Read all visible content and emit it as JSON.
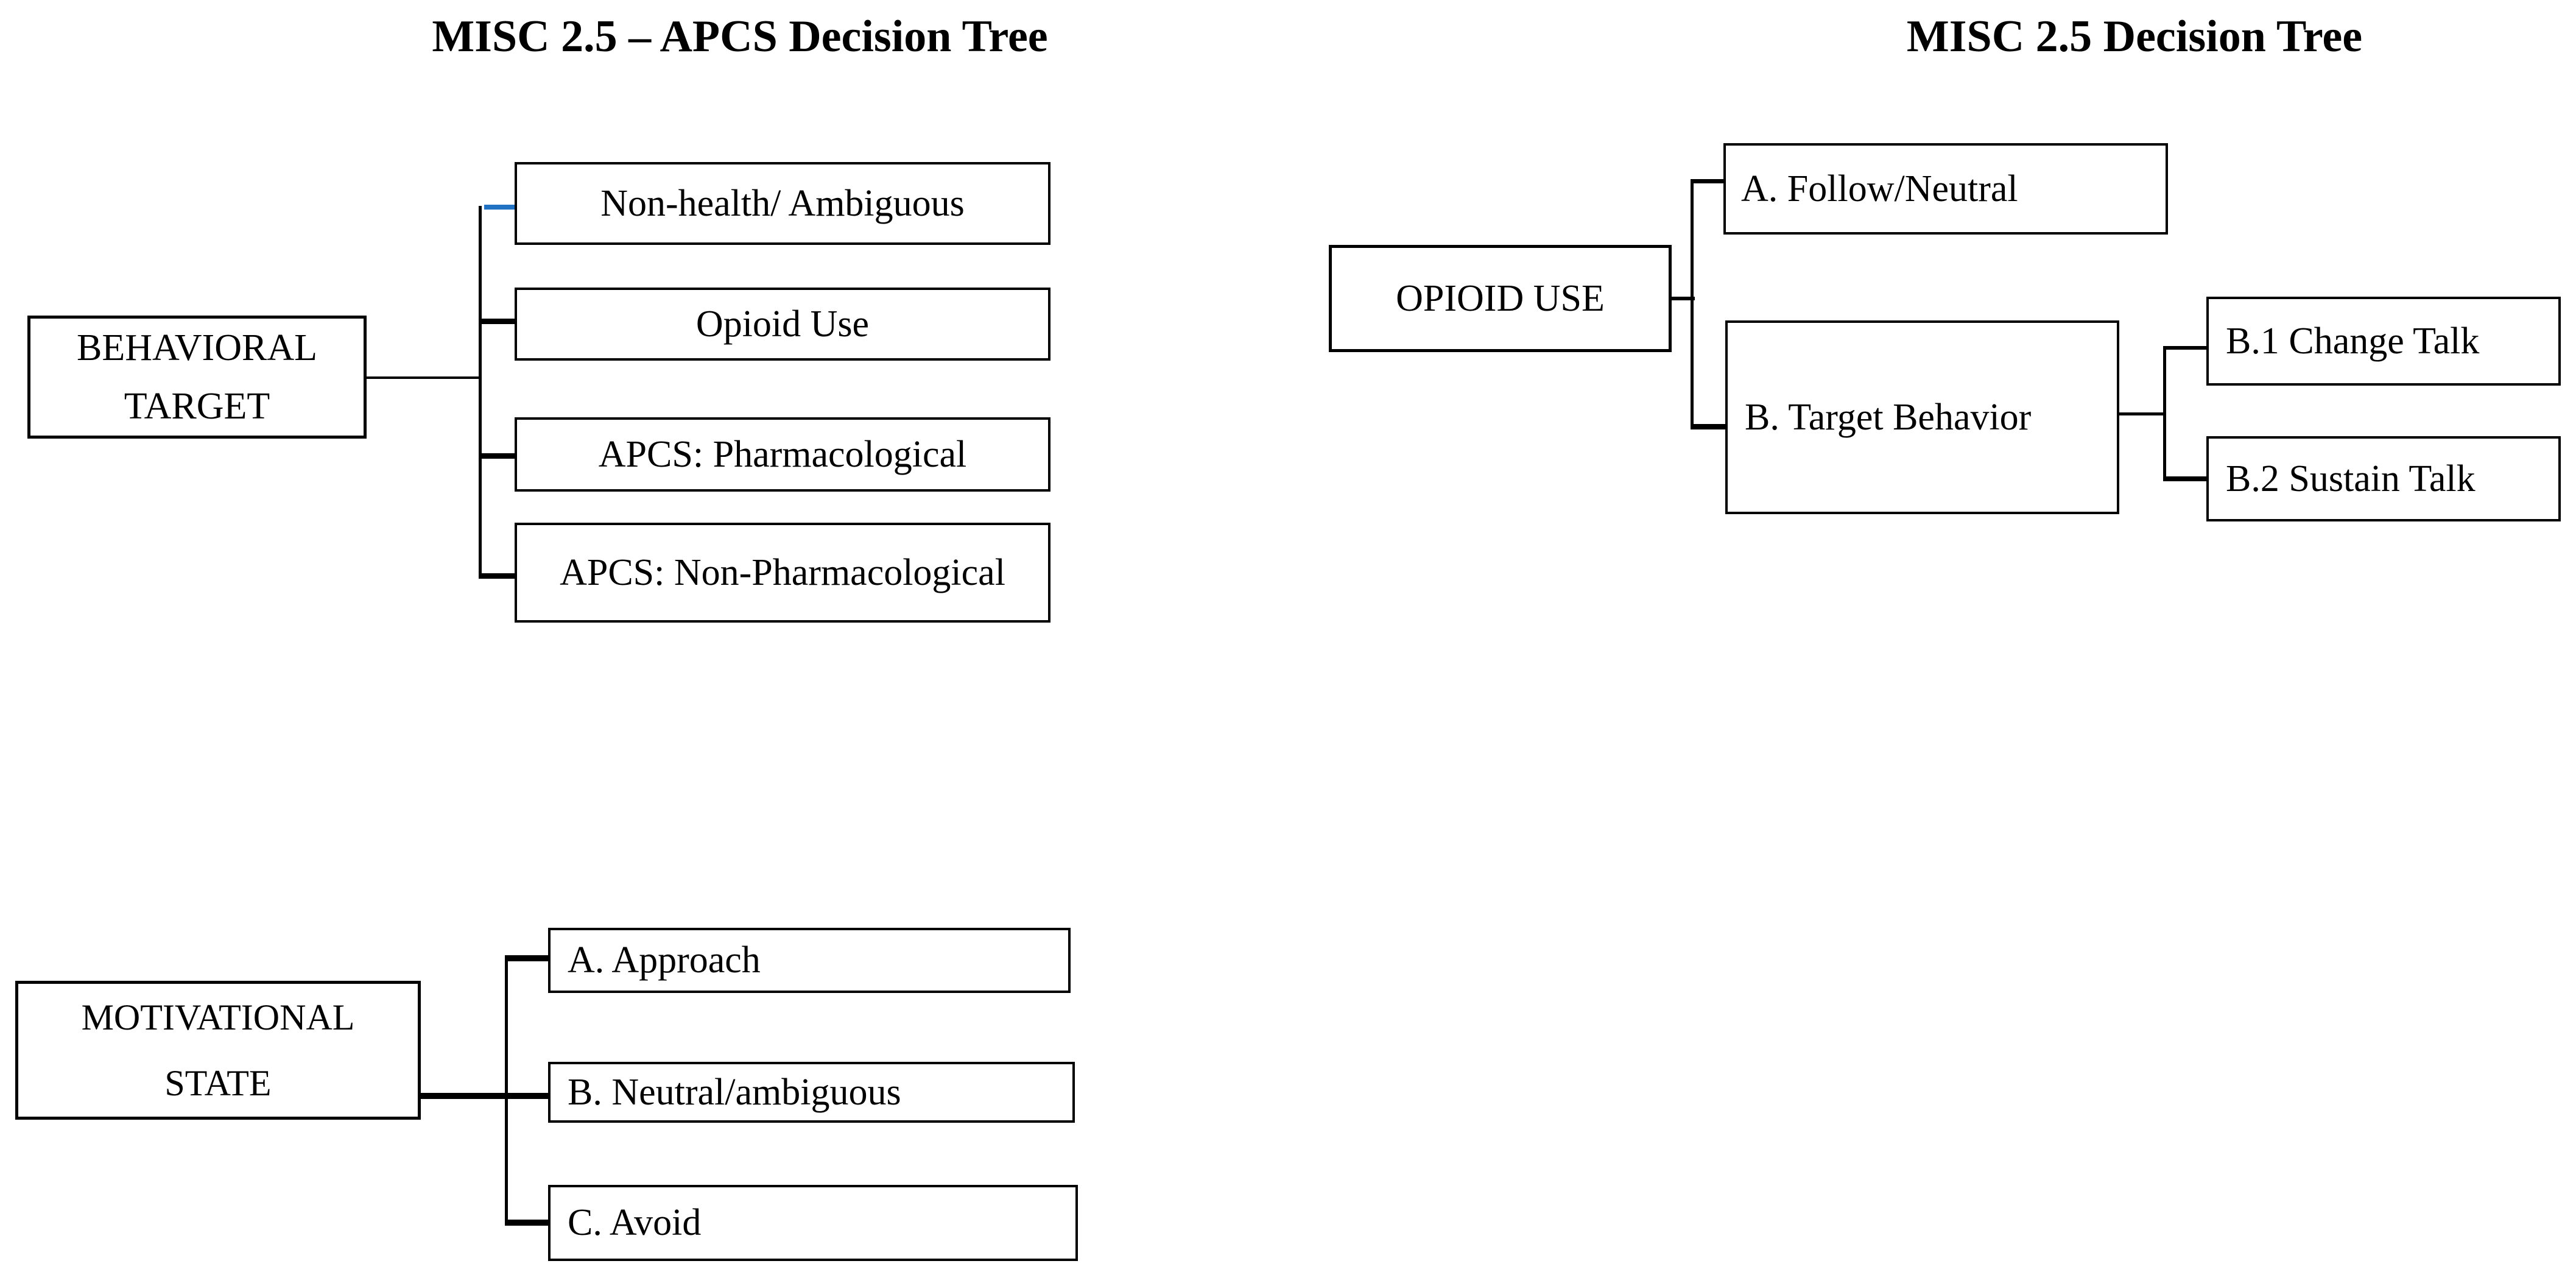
{
  "left_tree": {
    "title": "MISC 2.5 – APCS Decision Tree",
    "root": {
      "line1": "BEHAVIORAL",
      "line2": "TARGET"
    },
    "children": [
      "Non-health/ Ambiguous",
      "Opioid Use",
      "APCS: Pharmacological",
      "APCS: Non-Pharmacological"
    ]
  },
  "motivational_tree": {
    "root": {
      "line1": "MOTIVATIONAL",
      "line2": "STATE"
    },
    "children": [
      "A. Approach",
      "B. Neutral/ambiguous",
      "C. Avoid"
    ]
  },
  "right_tree": {
    "title": "MISC 2.5 Decision Tree",
    "root": {
      "label": "OPIOID USE"
    },
    "children": [
      "A. Follow/Neutral",
      "B. Target Behavior"
    ],
    "grandchildren": [
      "B.1 Change Talk",
      "B.2 Sustain Talk"
    ]
  },
  "colors": {
    "line": "#000000",
    "highlighted_connector": "#2272C4",
    "background": "#FFFFFF"
  }
}
